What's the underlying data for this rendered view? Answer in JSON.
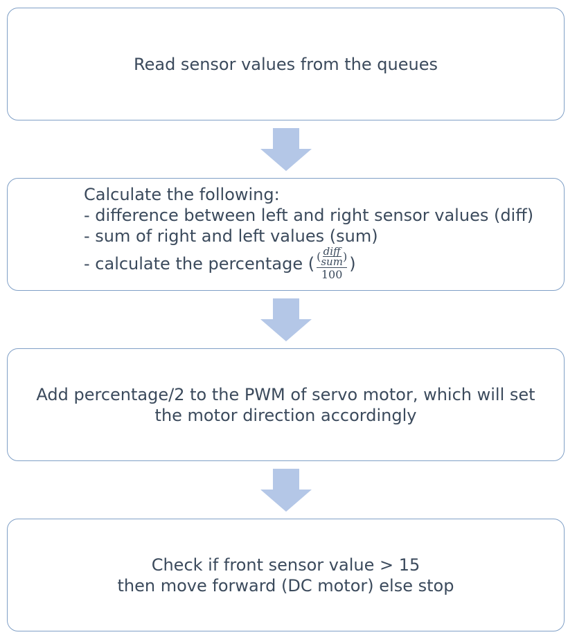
{
  "steps": [
    {
      "lines": [
        "Read sensor values from the queues"
      ]
    },
    {
      "heading": "Calculate the following:",
      "items": [
        "- difference between left and right sensor values (diff)",
        "- sum of right and left values (sum)"
      ],
      "formula": {
        "prefix": "- calculate the percentage (",
        "numerator_top": "diff",
        "numerator_bottom": "sum",
        "denominator": "100",
        "open_paren": "(",
        "close_paren": ")",
        "suffix": ")"
      }
    },
    {
      "lines": [
        "Add percentage/2 to the PWM of servo motor, which will set",
        "the motor direction accordingly"
      ]
    },
    {
      "lines": [
        "Check if front sensor value > 15",
        "then move forward (DC motor) else stop"
      ]
    }
  ],
  "colors": {
    "box_border": "#7f9fc6",
    "arrow_fill": "#b4c7e7",
    "text": "#3b4a5c"
  }
}
